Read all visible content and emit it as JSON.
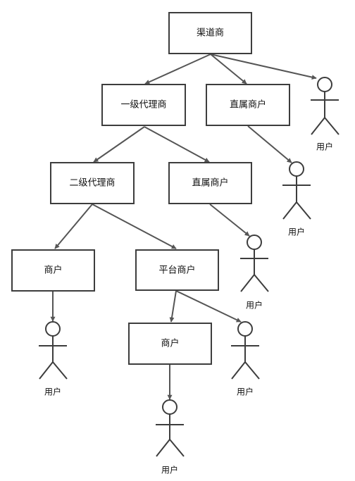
{
  "nodes": {
    "channel": "渠道商",
    "level1_agent": "一级代理商",
    "direct_merchant_a": "直属商户",
    "level2_agent": "二级代理商",
    "direct_merchant_b": "直属商户",
    "merchant_a": "商户",
    "platform_merchant": "平台商户",
    "merchant_b": "商户"
  },
  "actors": {
    "user_1": "用户",
    "user_2": "用户",
    "user_3": "用户",
    "user_4": "用户",
    "user_5": "用户",
    "user_6": "用户"
  },
  "colors": {
    "line": "#555555",
    "border": "#3d3d3d",
    "background": "#ffffff"
  }
}
